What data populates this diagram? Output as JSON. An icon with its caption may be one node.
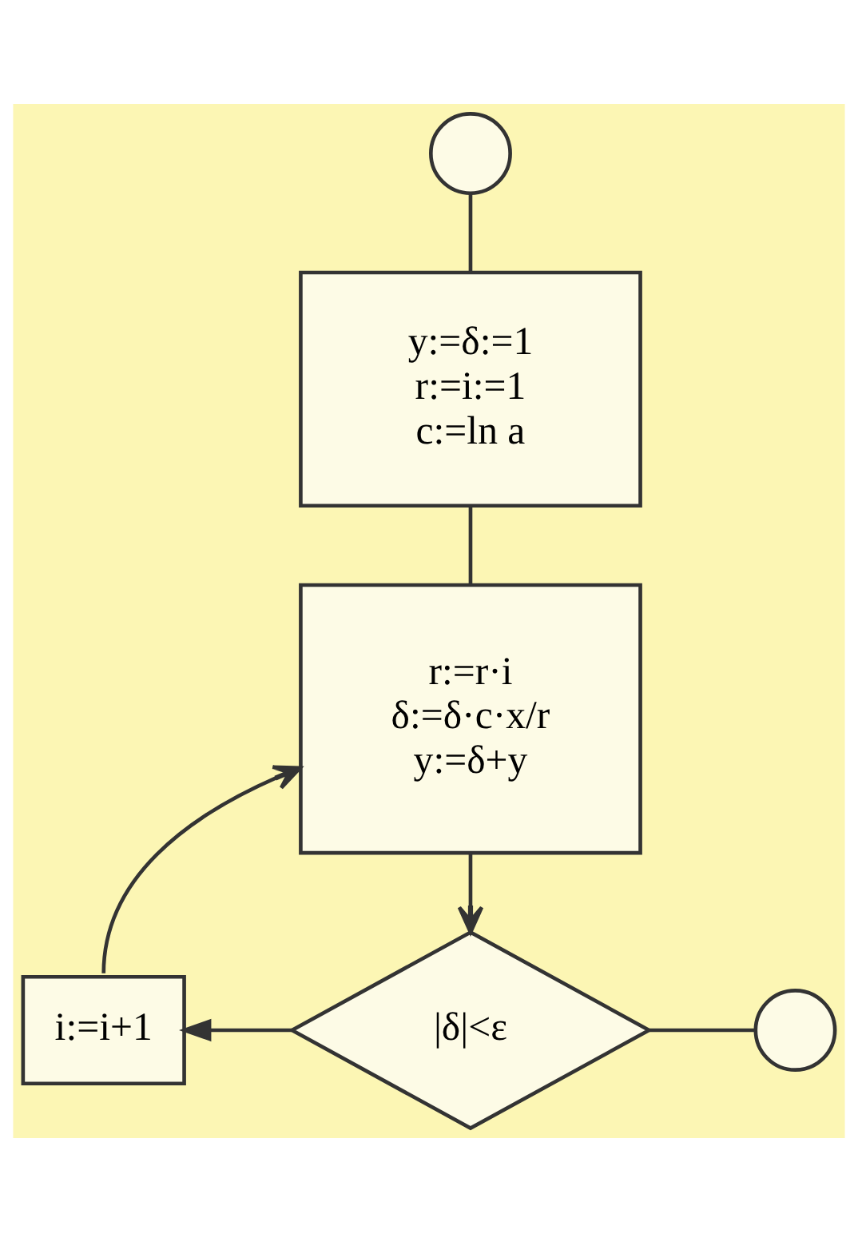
{
  "diagram": {
    "nodes": [
      {
        "text": [],
        "shape": "circle"
      },
      {
        "text": [
          "y:=δ:=1",
          "r:=i:=1",
          "c:=ln a"
        ]
      },
      {
        "text": [
          "r:=r·i",
          "δ:=δ·c·x/r",
          "y:=δ+y"
        ]
      },
      {
        "text": [
          "|δ|<ε"
        ]
      },
      {
        "text": [
          "i:=i+1"
        ]
      },
      {
        "text": [],
        "shape": "circle"
      }
    ],
    "edges": [
      {
        "from": 0,
        "to": 1,
        "arrow": "none"
      },
      {
        "from": 1,
        "to": 2,
        "arrow": "none"
      },
      {
        "from": 2,
        "to": 3,
        "arrow": "to"
      },
      {
        "from": 3,
        "to": 4,
        "arrow": "to"
      },
      {
        "from": 4,
        "to": 2,
        "arrow": "to"
      },
      {
        "from": 3,
        "to": 5,
        "arrow": "none"
      }
    ]
  }
}
